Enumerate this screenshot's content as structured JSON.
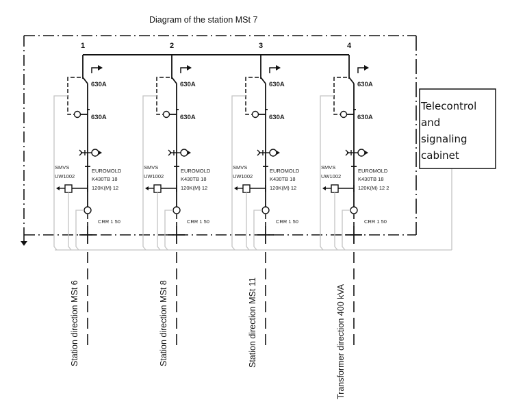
{
  "title": "Diagram of the station MSt 7",
  "feeders": [
    {
      "number": "1",
      "rating_top": "630A",
      "rating_bottom": "630A",
      "surge_label_line1": "SMVS",
      "surge_label_line2": "UW1002",
      "cable_label_line1": "EUROMOLD",
      "cable_label_line2": "K430TB 18",
      "cable_label_line3": "120K(M) 12",
      "ct_label": "CRR 1 50",
      "direction": "Station direction MSt 6"
    },
    {
      "number": "2",
      "rating_top": "630A",
      "rating_bottom": "630A",
      "surge_label_line1": "SMVS",
      "surge_label_line2": "UW1002",
      "cable_label_line1": "EUROMOLD",
      "cable_label_line2": "K430TB 18",
      "cable_label_line3": "120K(M) 12",
      "ct_label": "CRR 1 50",
      "direction": "Station direction MSt 8"
    },
    {
      "number": "3",
      "rating_top": "630A",
      "rating_bottom": "630A",
      "surge_label_line1": "SMVS",
      "surge_label_line2": "UW1002",
      "cable_label_line1": "EUROMOLD",
      "cable_label_line2": "K430TB 18",
      "cable_label_line3": "120K(M) 12",
      "ct_label": "CRR 1 50",
      "direction": "Station direction MSt 11"
    },
    {
      "number": "4",
      "rating_top": "630A",
      "rating_bottom": "630A",
      "surge_label_line1": "SMVS",
      "surge_label_line2": "UW1002",
      "cable_label_line1": "EUROMOLD",
      "cable_label_line2": "K430TB 18",
      "cable_label_line3": "120K(M) 12 2",
      "ct_label": "CRR 1 50",
      "direction": "Transformer direction 400 kVA"
    }
  ],
  "cabinet": {
    "lines": [
      "Telecontrol",
      "and",
      "signaling",
      "cabinet"
    ]
  },
  "colors": {
    "line": "#111111",
    "signal_wire": "#c4c4c4"
  }
}
